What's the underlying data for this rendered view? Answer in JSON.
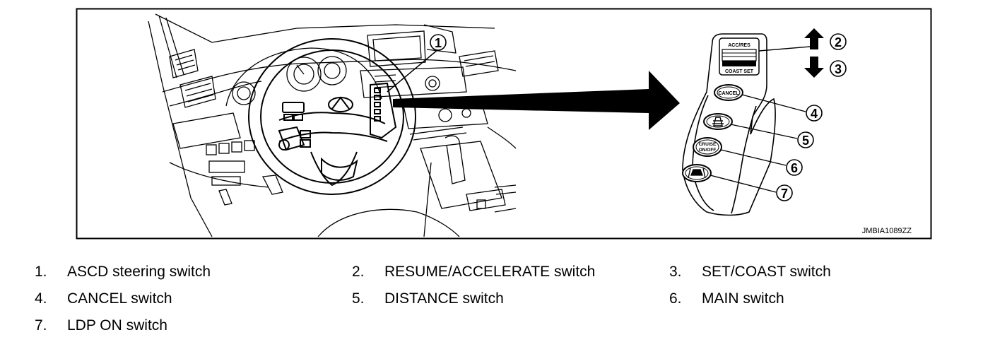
{
  "figure": {
    "code": "JMBIA1089ZZ",
    "callouts": [
      "1",
      "2",
      "3",
      "4",
      "5",
      "6",
      "7"
    ],
    "switch_labels": {
      "resume": "ACC/RES",
      "coast": "COAST SET",
      "cancel": "CANCEL",
      "cruise_line1": "CRUISE",
      "cruise_line2": "ON/OFF"
    },
    "icons": [
      "arrow-up-icon",
      "arrow-down-icon",
      "distance-icon",
      "ldp-icon",
      "steering-wheel-emblem-icon"
    ]
  },
  "legend": [
    {
      "num": "1.",
      "label": "ASCD steering switch"
    },
    {
      "num": "2.",
      "label": "RESUME/ACCELERATE switch"
    },
    {
      "num": "3.",
      "label": "SET/COAST switch"
    },
    {
      "num": "4.",
      "label": "CANCEL switch"
    },
    {
      "num": "5.",
      "label": "DISTANCE switch"
    },
    {
      "num": "6.",
      "label": "MAIN switch"
    },
    {
      "num": "7.",
      "label": "LDP ON switch"
    }
  ]
}
